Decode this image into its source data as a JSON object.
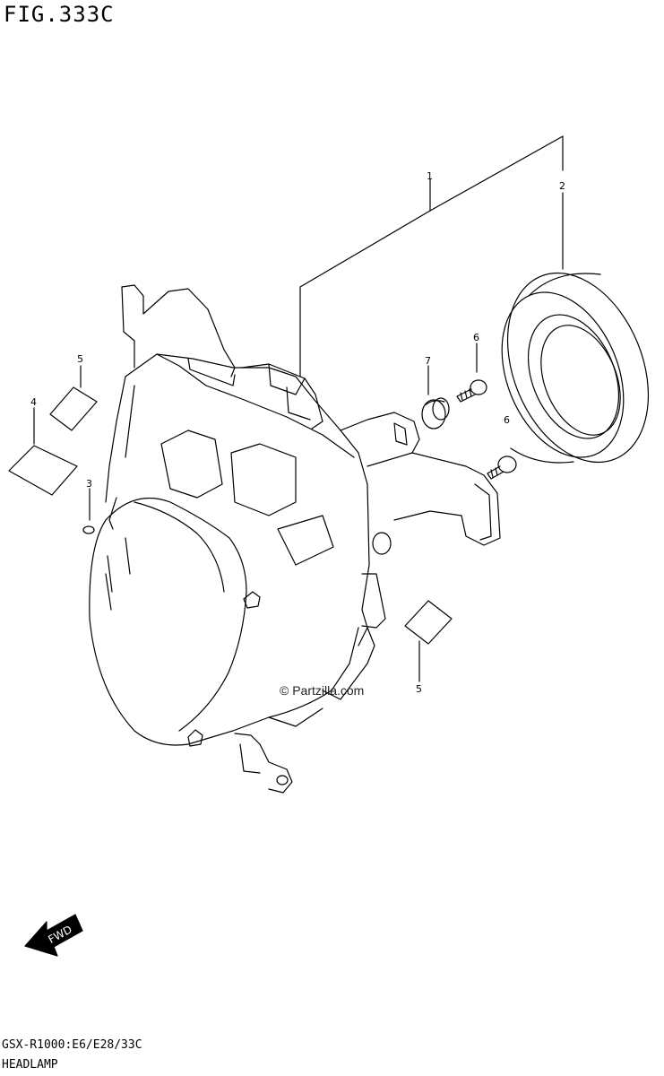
{
  "figure": {
    "title": "FIG.333C",
    "model_code": "GSX-R1000:E6/E28/33C",
    "name": "HEADLAMP",
    "watermark": "© Partzilla.com",
    "fwd_label": "FWD"
  },
  "callouts": [
    {
      "id": "1",
      "label": "1"
    },
    {
      "id": "2",
      "label": "2"
    },
    {
      "id": "3",
      "label": "3"
    },
    {
      "id": "4",
      "label": "4"
    },
    {
      "id": "5a",
      "label": "5"
    },
    {
      "id": "5b",
      "label": "5"
    },
    {
      "id": "6a",
      "label": "6"
    },
    {
      "id": "6b",
      "label": "6"
    },
    {
      "id": "7",
      "label": "7"
    }
  ],
  "icons": {
    "fwd_arrow": "fwd-arrow-icon"
  }
}
